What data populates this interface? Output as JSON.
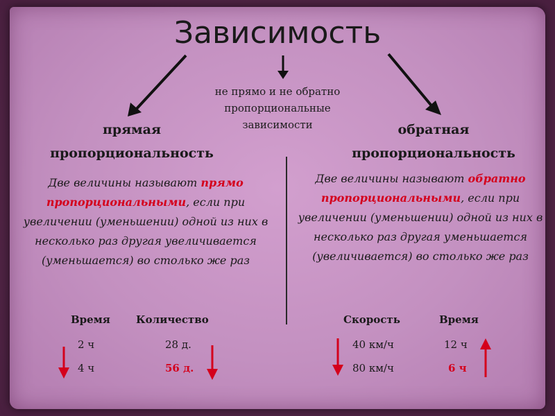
{
  "title": "Зависимость",
  "middle_note": "не прямо и не обратно пропорциональные зависимости",
  "left": {
    "heading_line1": "прямая",
    "heading_line2": "пропорциональность",
    "def_part1": "Две величины называют ",
    "def_highlight": "прямо пропорциональными",
    "def_part2": ", если при увеличении (уменьшении) одной из них в несколько раз другая увеличивается (уменьшается) во столько же раз",
    "col1_header": "Время",
    "col2_header": "Количество",
    "rows": [
      {
        "c1": "2 ч",
        "c2": "28 д."
      },
      {
        "c1": "4 ч",
        "c2": "56 д."
      }
    ]
  },
  "right": {
    "heading_line1": "обратная",
    "heading_line2": "пропорциональность",
    "def_part1": "Две величины называют ",
    "def_highlight": "обратно пропорциональными",
    "def_part2": ", если при увеличении (уменьшении) одной из них в несколько раз другая уменьшается (увеличивается) во столько же раз",
    "col1_header": "Скорость",
    "col2_header": "Время",
    "rows": [
      {
        "c1": "40 км/ч",
        "c2": "12 ч"
      },
      {
        "c1": "80 км/ч",
        "c2": "6 ч"
      }
    ]
  },
  "colors": {
    "accent_red": "#d4001c",
    "text": "#1a1a1a",
    "paper": "#c390c0",
    "frame": "#5a2c4c"
  }
}
